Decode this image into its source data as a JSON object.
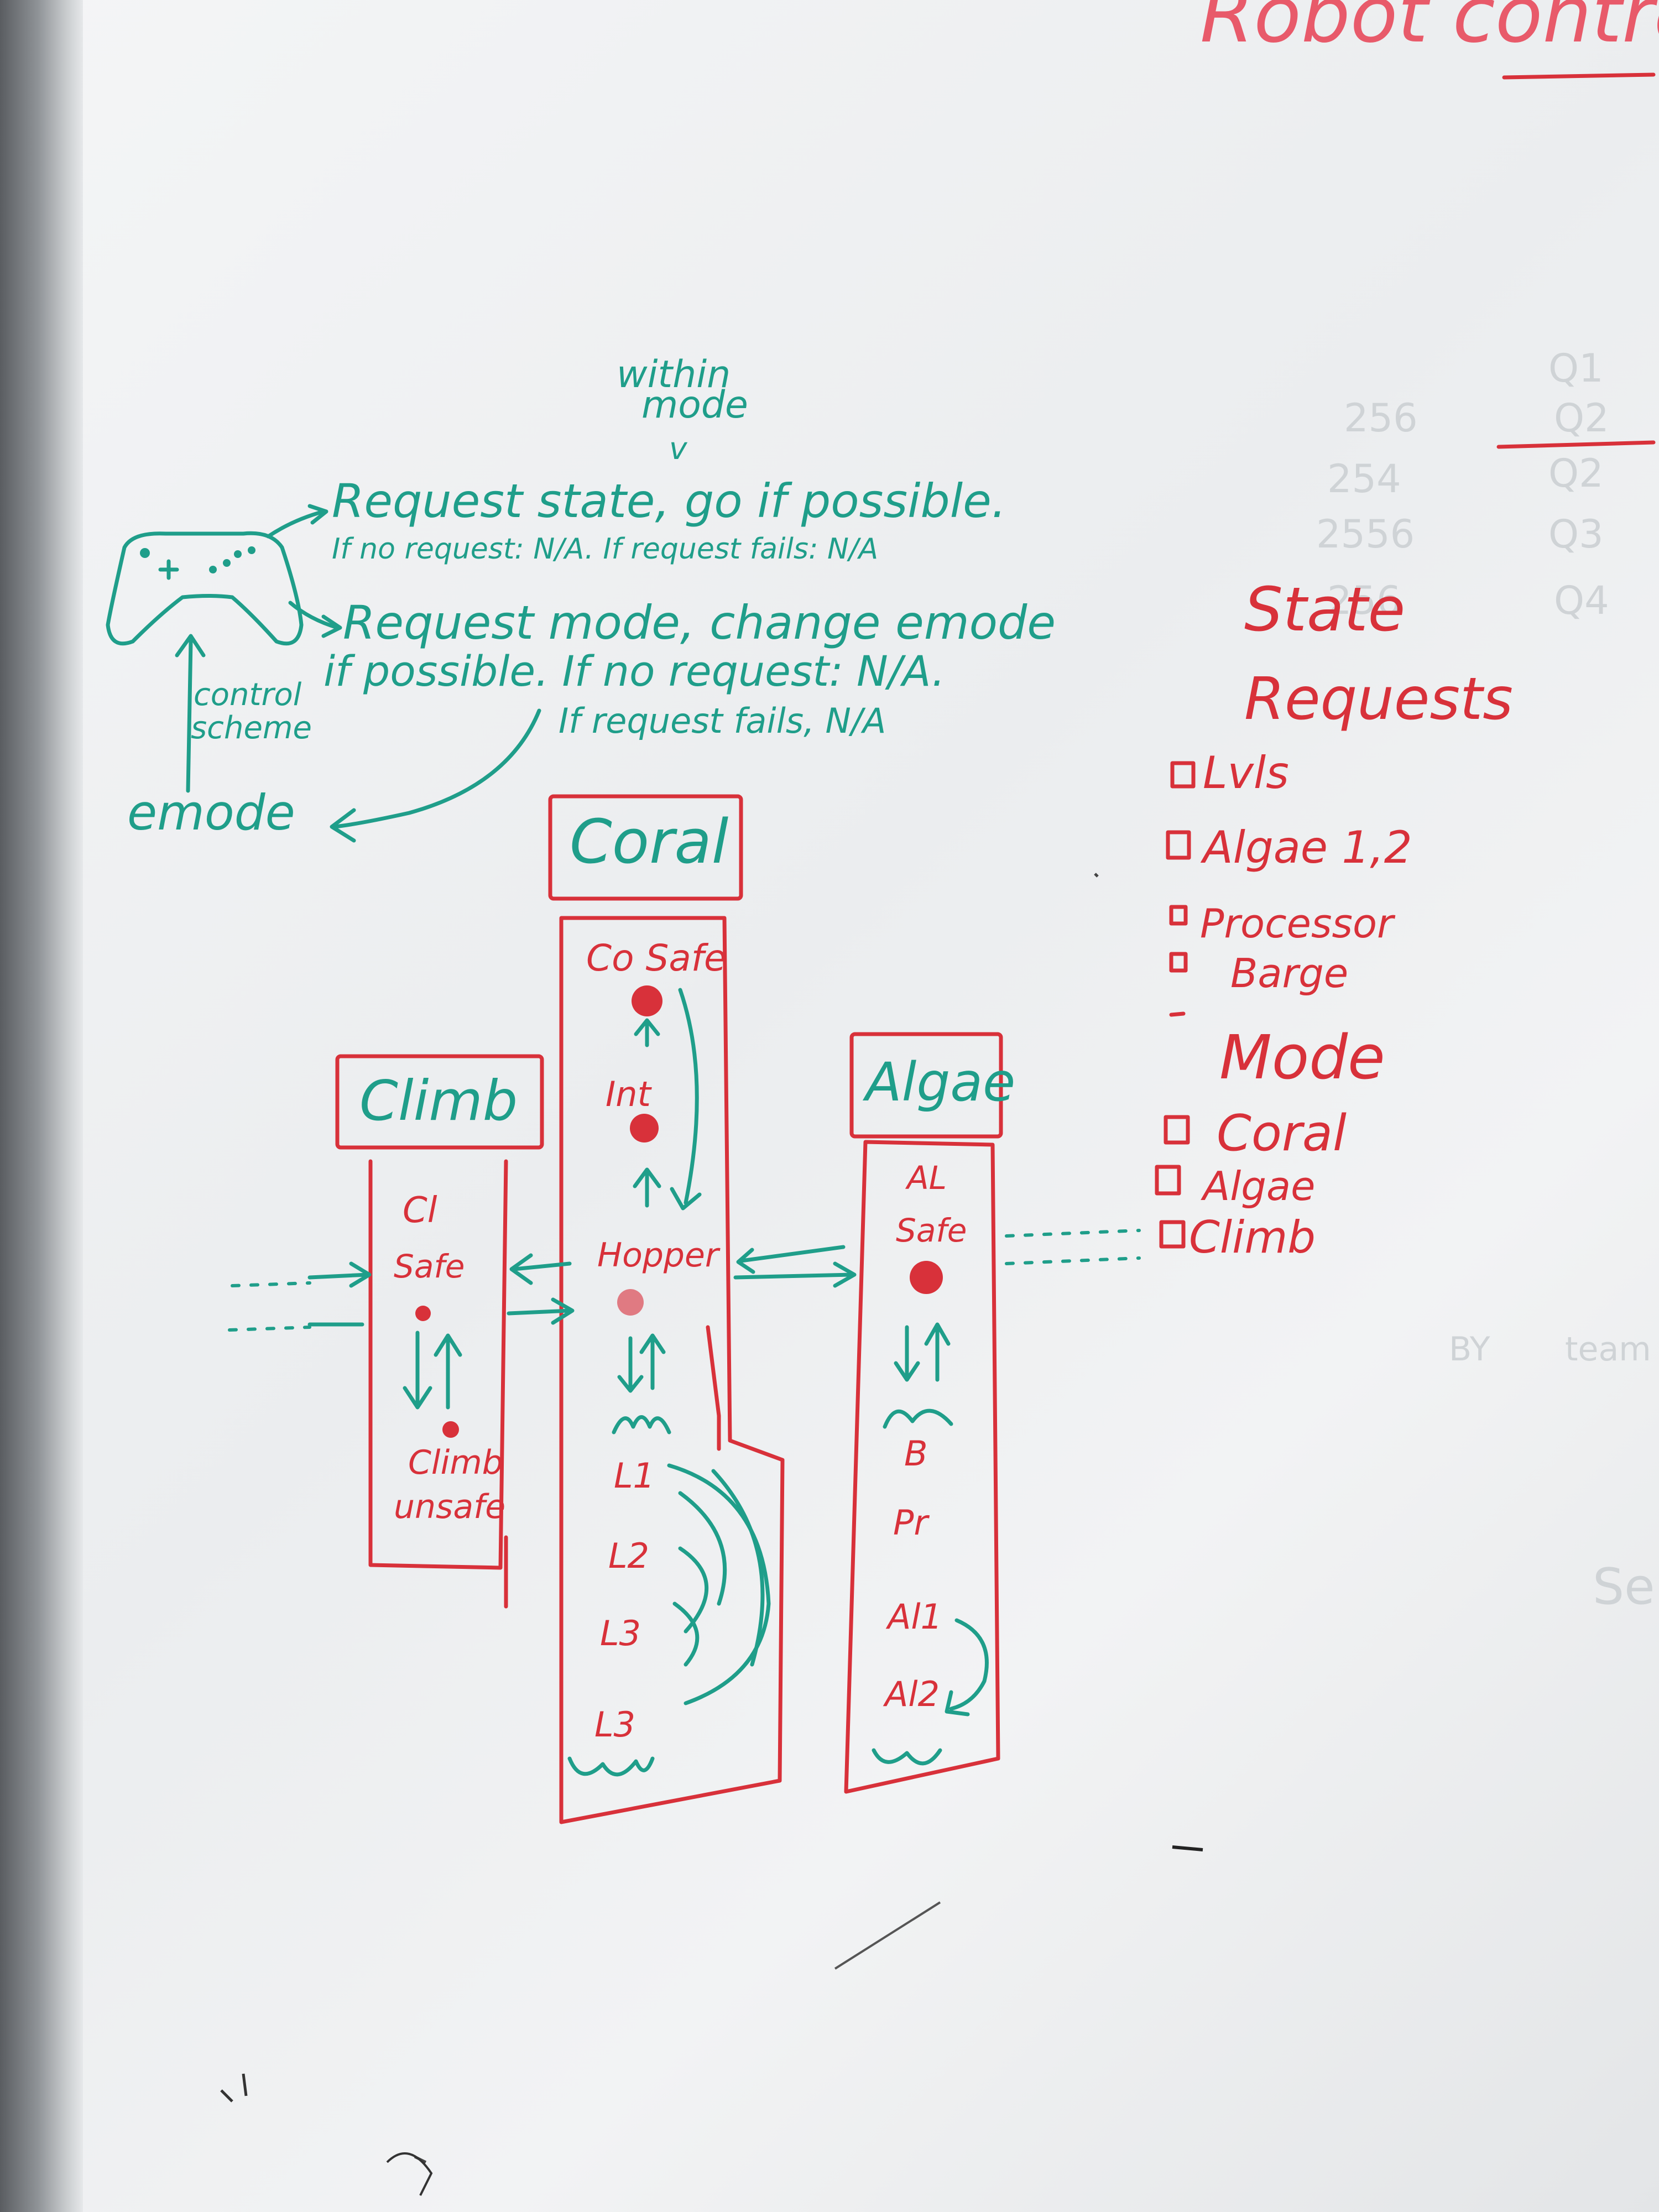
{
  "header": {
    "title": "Robot controll"
  },
  "control": {
    "within": "within",
    "mode": "mode",
    "v": "v",
    "state_line1": "Request state, go if possible.",
    "state_line2": "If no request: N/A. If request fails: N/A",
    "mode_line1": "Request mode, change emode",
    "mode_line2": "if possible. If no request: N/A.",
    "mode_line3": "If request fails, N/A",
    "scheme_line1": "control",
    "scheme_line2": "scheme",
    "emode": "emode"
  },
  "coral": {
    "title": "Coral",
    "co_safe": "Co Safe",
    "int": "Int",
    "hopper": "Hopper",
    "l1": "L1",
    "l2": "L2",
    "l3a": "L3",
    "l3b": "L3"
  },
  "climb": {
    "title": "Climb",
    "cl": "Cl",
    "safe": "Safe",
    "climb": "Climb",
    "unsafe": "unsafe"
  },
  "algae": {
    "title": "Algae",
    "al": "AL",
    "safe": "Safe",
    "b": "B",
    "pr": "Pr",
    "al1": "Al1",
    "al2": "Al2"
  },
  "requests": {
    "heading1": "State",
    "heading2": "Requests",
    "items": [
      "Lvls",
      "Algae 1,2",
      "Processor",
      "Barge"
    ],
    "mode_heading": "Mode",
    "modes": [
      "Coral",
      "Algae",
      "Climb"
    ]
  },
  "ghost": {
    "numbers": [
      "256",
      "254",
      "2556",
      "256"
    ],
    "codes": [
      "Q1",
      "Q2",
      "Q2",
      "Q3",
      "Q4"
    ],
    "by": "BY",
    "team": "team",
    "se": "Se"
  },
  "colors": {
    "green": "#1f9e8a",
    "red": "#d8313a"
  }
}
